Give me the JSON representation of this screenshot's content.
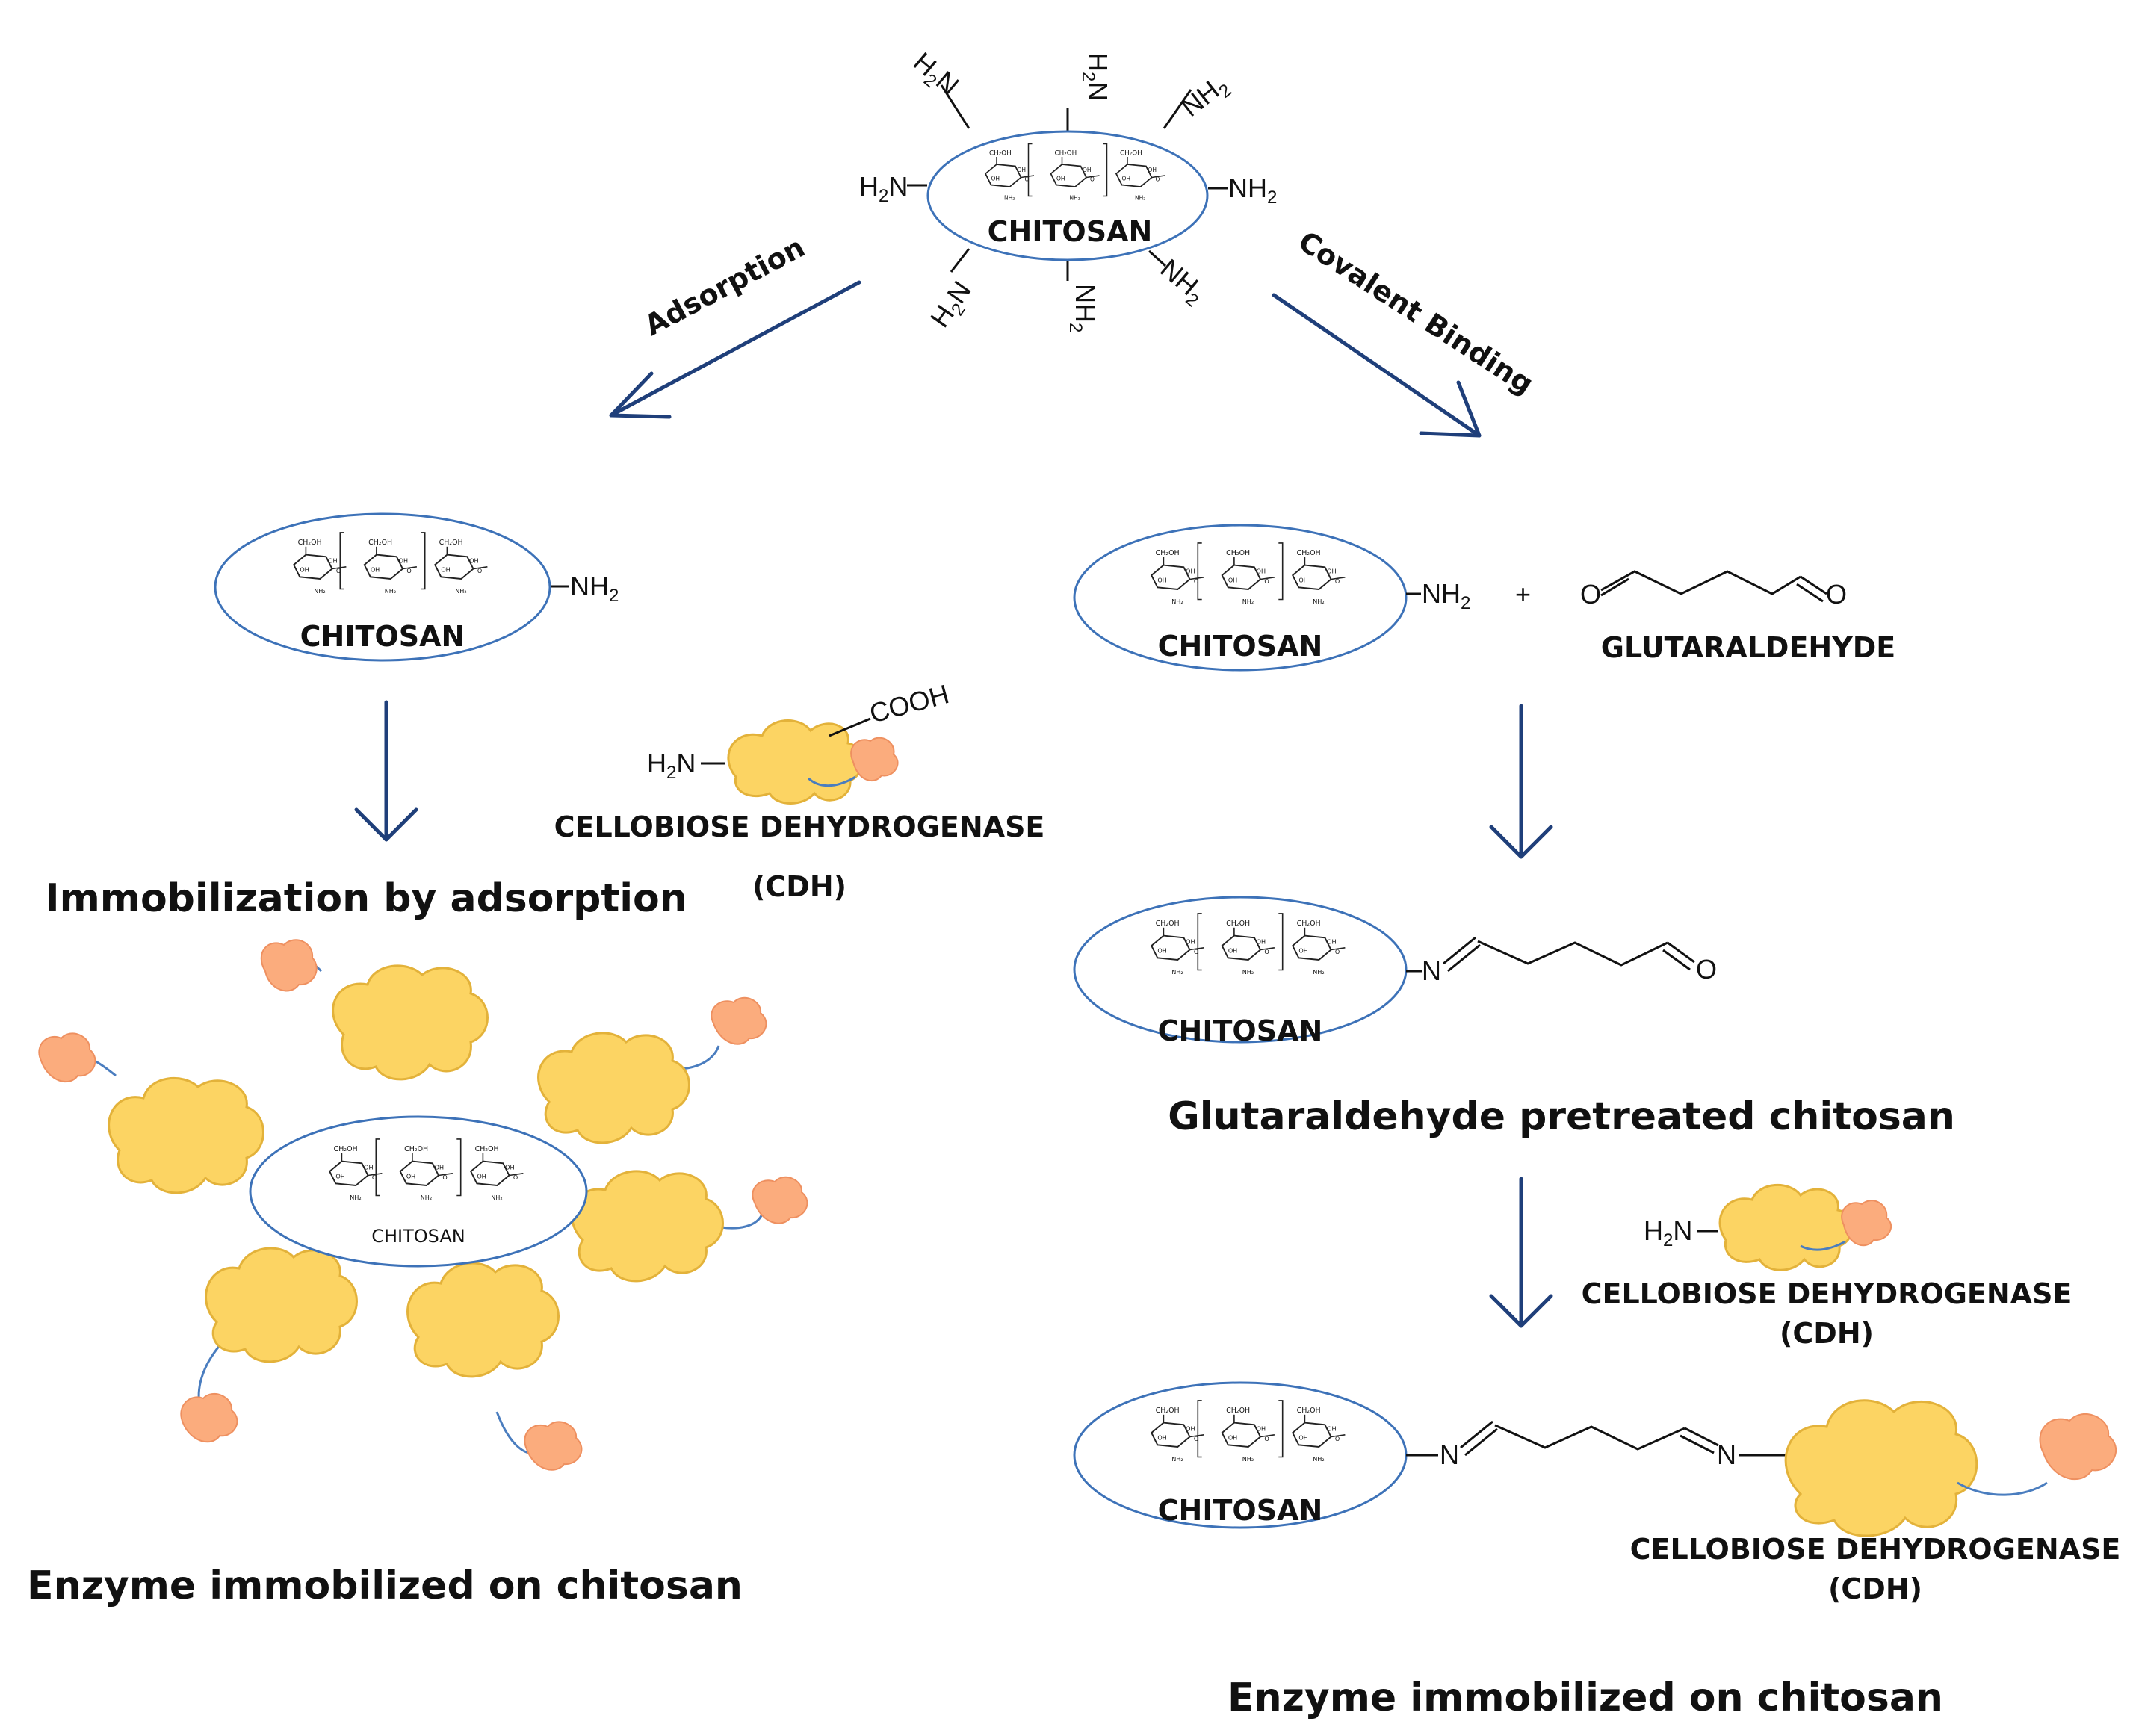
{
  "labels": {
    "chitosan": "CHITOSAN",
    "chitosan_small": "CHITOSAN",
    "glutaraldehyde": "GLUTARALDEHYDE",
    "cdh_name": "CELLOBIOSE DEHYDROGENASE",
    "cdh_abbr": "(CDH)",
    "adsorption": "Adsorption",
    "covalent": "Covalent Binding",
    "immob_adsorption": "Immobilization by adsorption",
    "glut_pretreated": "Glutaraldehyde pretreated chitosan",
    "enzyme_immobilized": "Enzyme immobilized on chitosan"
  },
  "groups": {
    "nh2": "NH",
    "h2n": "H",
    "n_sub": "2",
    "n_letter": "N",
    "cooh": "COOH",
    "o": "O",
    "plus": "+"
  },
  "ring_labels": {
    "ch2oh": "CH₂OH",
    "oh": "OH",
    "nh2": "NH₂",
    "o": "O"
  },
  "colors": {
    "ellipse_stroke": "#3d72b8",
    "arrow": "#1f3f7a",
    "enzyme_body": "#fcd463",
    "enzyme_domain": "#fbac7d"
  }
}
